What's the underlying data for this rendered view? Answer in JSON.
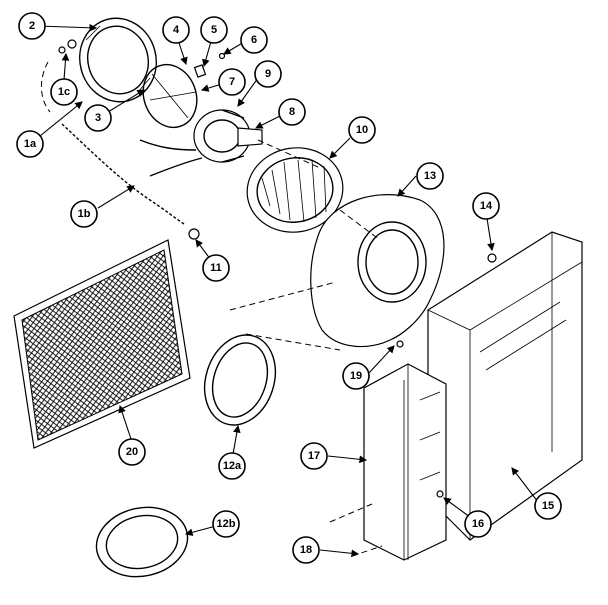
{
  "callouts": {
    "c2": "2",
    "c1c": "1c",
    "c1a": "1a",
    "c3": "3",
    "c4": "4",
    "c5": "5",
    "c6": "6",
    "c7": "7",
    "c9": "9",
    "c8": "8",
    "c10": "10",
    "c1b": "1b",
    "c11": "11",
    "c13": "13",
    "c14": "14",
    "c19": "19",
    "c20": "20",
    "c12a": "12a",
    "c17": "17",
    "c15": "15",
    "c16": "16",
    "c18": "18",
    "c12b": "12b"
  }
}
